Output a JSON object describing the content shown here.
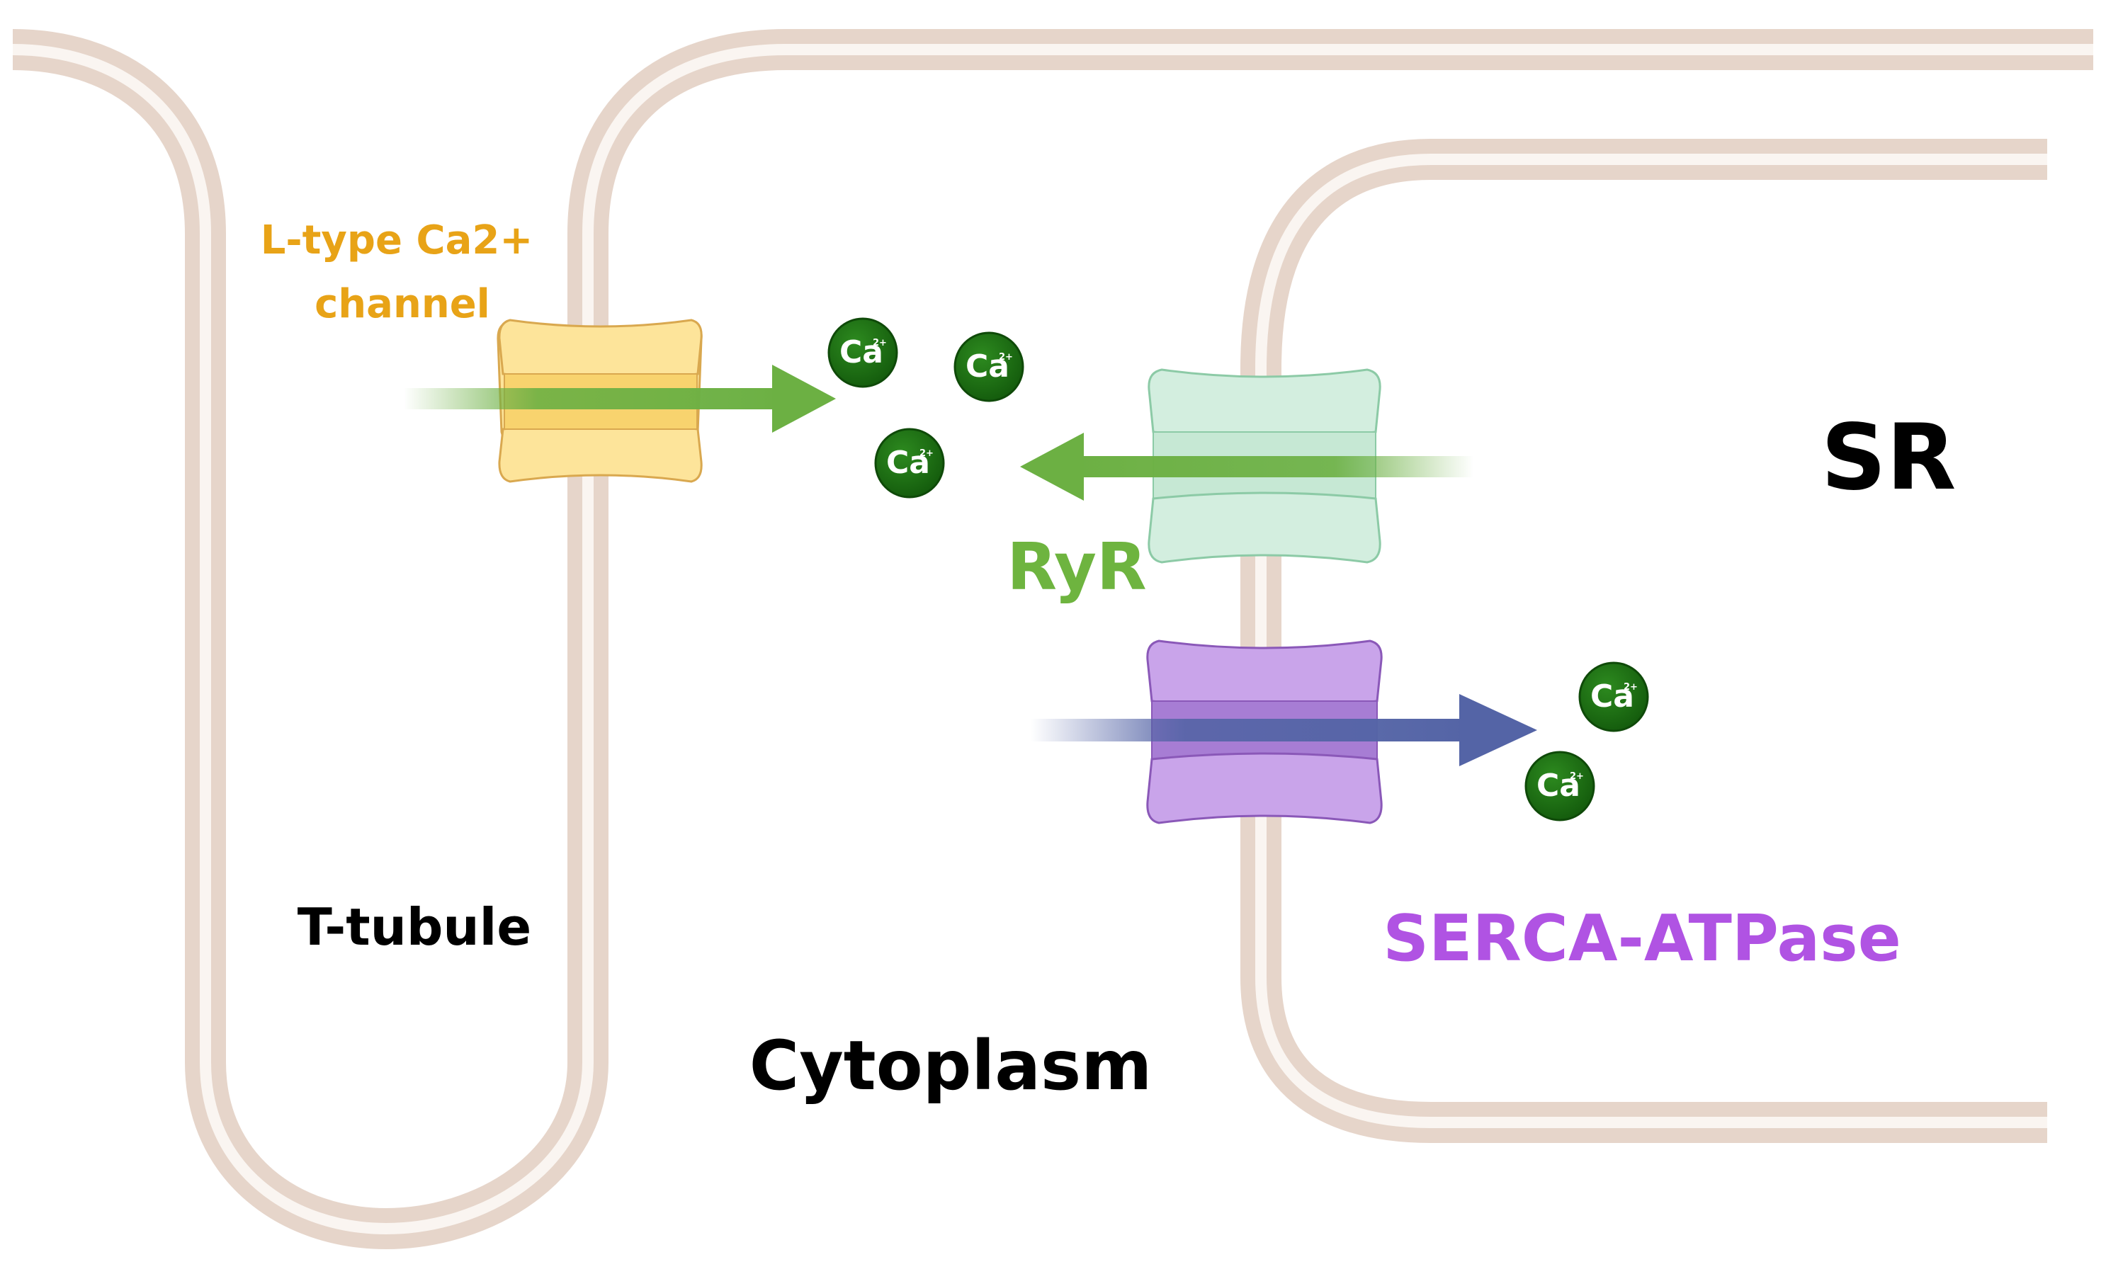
{
  "labels": {
    "ltype_line1": "L-type Ca2+",
    "ltype_line2": "channel",
    "ryr": "RyR",
    "sr": "SR",
    "ttubule": "T-tubule",
    "cytoplasm": "Cytoplasm",
    "serca": "SERCA-ATPase"
  },
  "ion": {
    "symbol": "Ca",
    "superscript": "2+"
  },
  "colors": {
    "membrane_outer": "#e6d5ca",
    "membrane_inner": "#faf5f1",
    "ltype": "#fde49a",
    "ltype_stroke": "#d9a84f",
    "ltype_label": "#e8a317",
    "ryr": "#d3eedf",
    "ryr_stroke": "#8ccaa6",
    "ryr_label": "#6eb43f",
    "serca": "#c9a4ea",
    "serca_stroke": "#8a58b8",
    "serca_label": "#b053e3",
    "green_arrow": "#6cb043",
    "blue_arrow": "#5464a6",
    "calcium": "#1e6a14",
    "black_label": "#000000"
  }
}
